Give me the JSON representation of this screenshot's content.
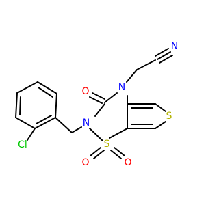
{
  "molecule": {
    "atoms": {
      "cl": {
        "text": "Cl",
        "color": "#00c800"
      },
      "n_ring_left": {
        "text": "N",
        "color": "#0000ff"
      },
      "n_ring_top": {
        "text": "N",
        "color": "#0000ff"
      },
      "n_nitrile": {
        "text": "N",
        "color": "#0000ff"
      },
      "o_carbonyl": {
        "text": "O",
        "color": "#ff0000"
      },
      "o_sulfonyl_left": {
        "text": "O",
        "color": "#ff0000"
      },
      "o_sulfonyl_right": {
        "text": "O",
        "color": "#ff0000"
      },
      "s_sulfonyl": {
        "text": "S",
        "color": "#b2b200"
      },
      "s_thiophene": {
        "text": "S",
        "color": "#b2b200"
      }
    },
    "bond_color": "#000000"
  }
}
